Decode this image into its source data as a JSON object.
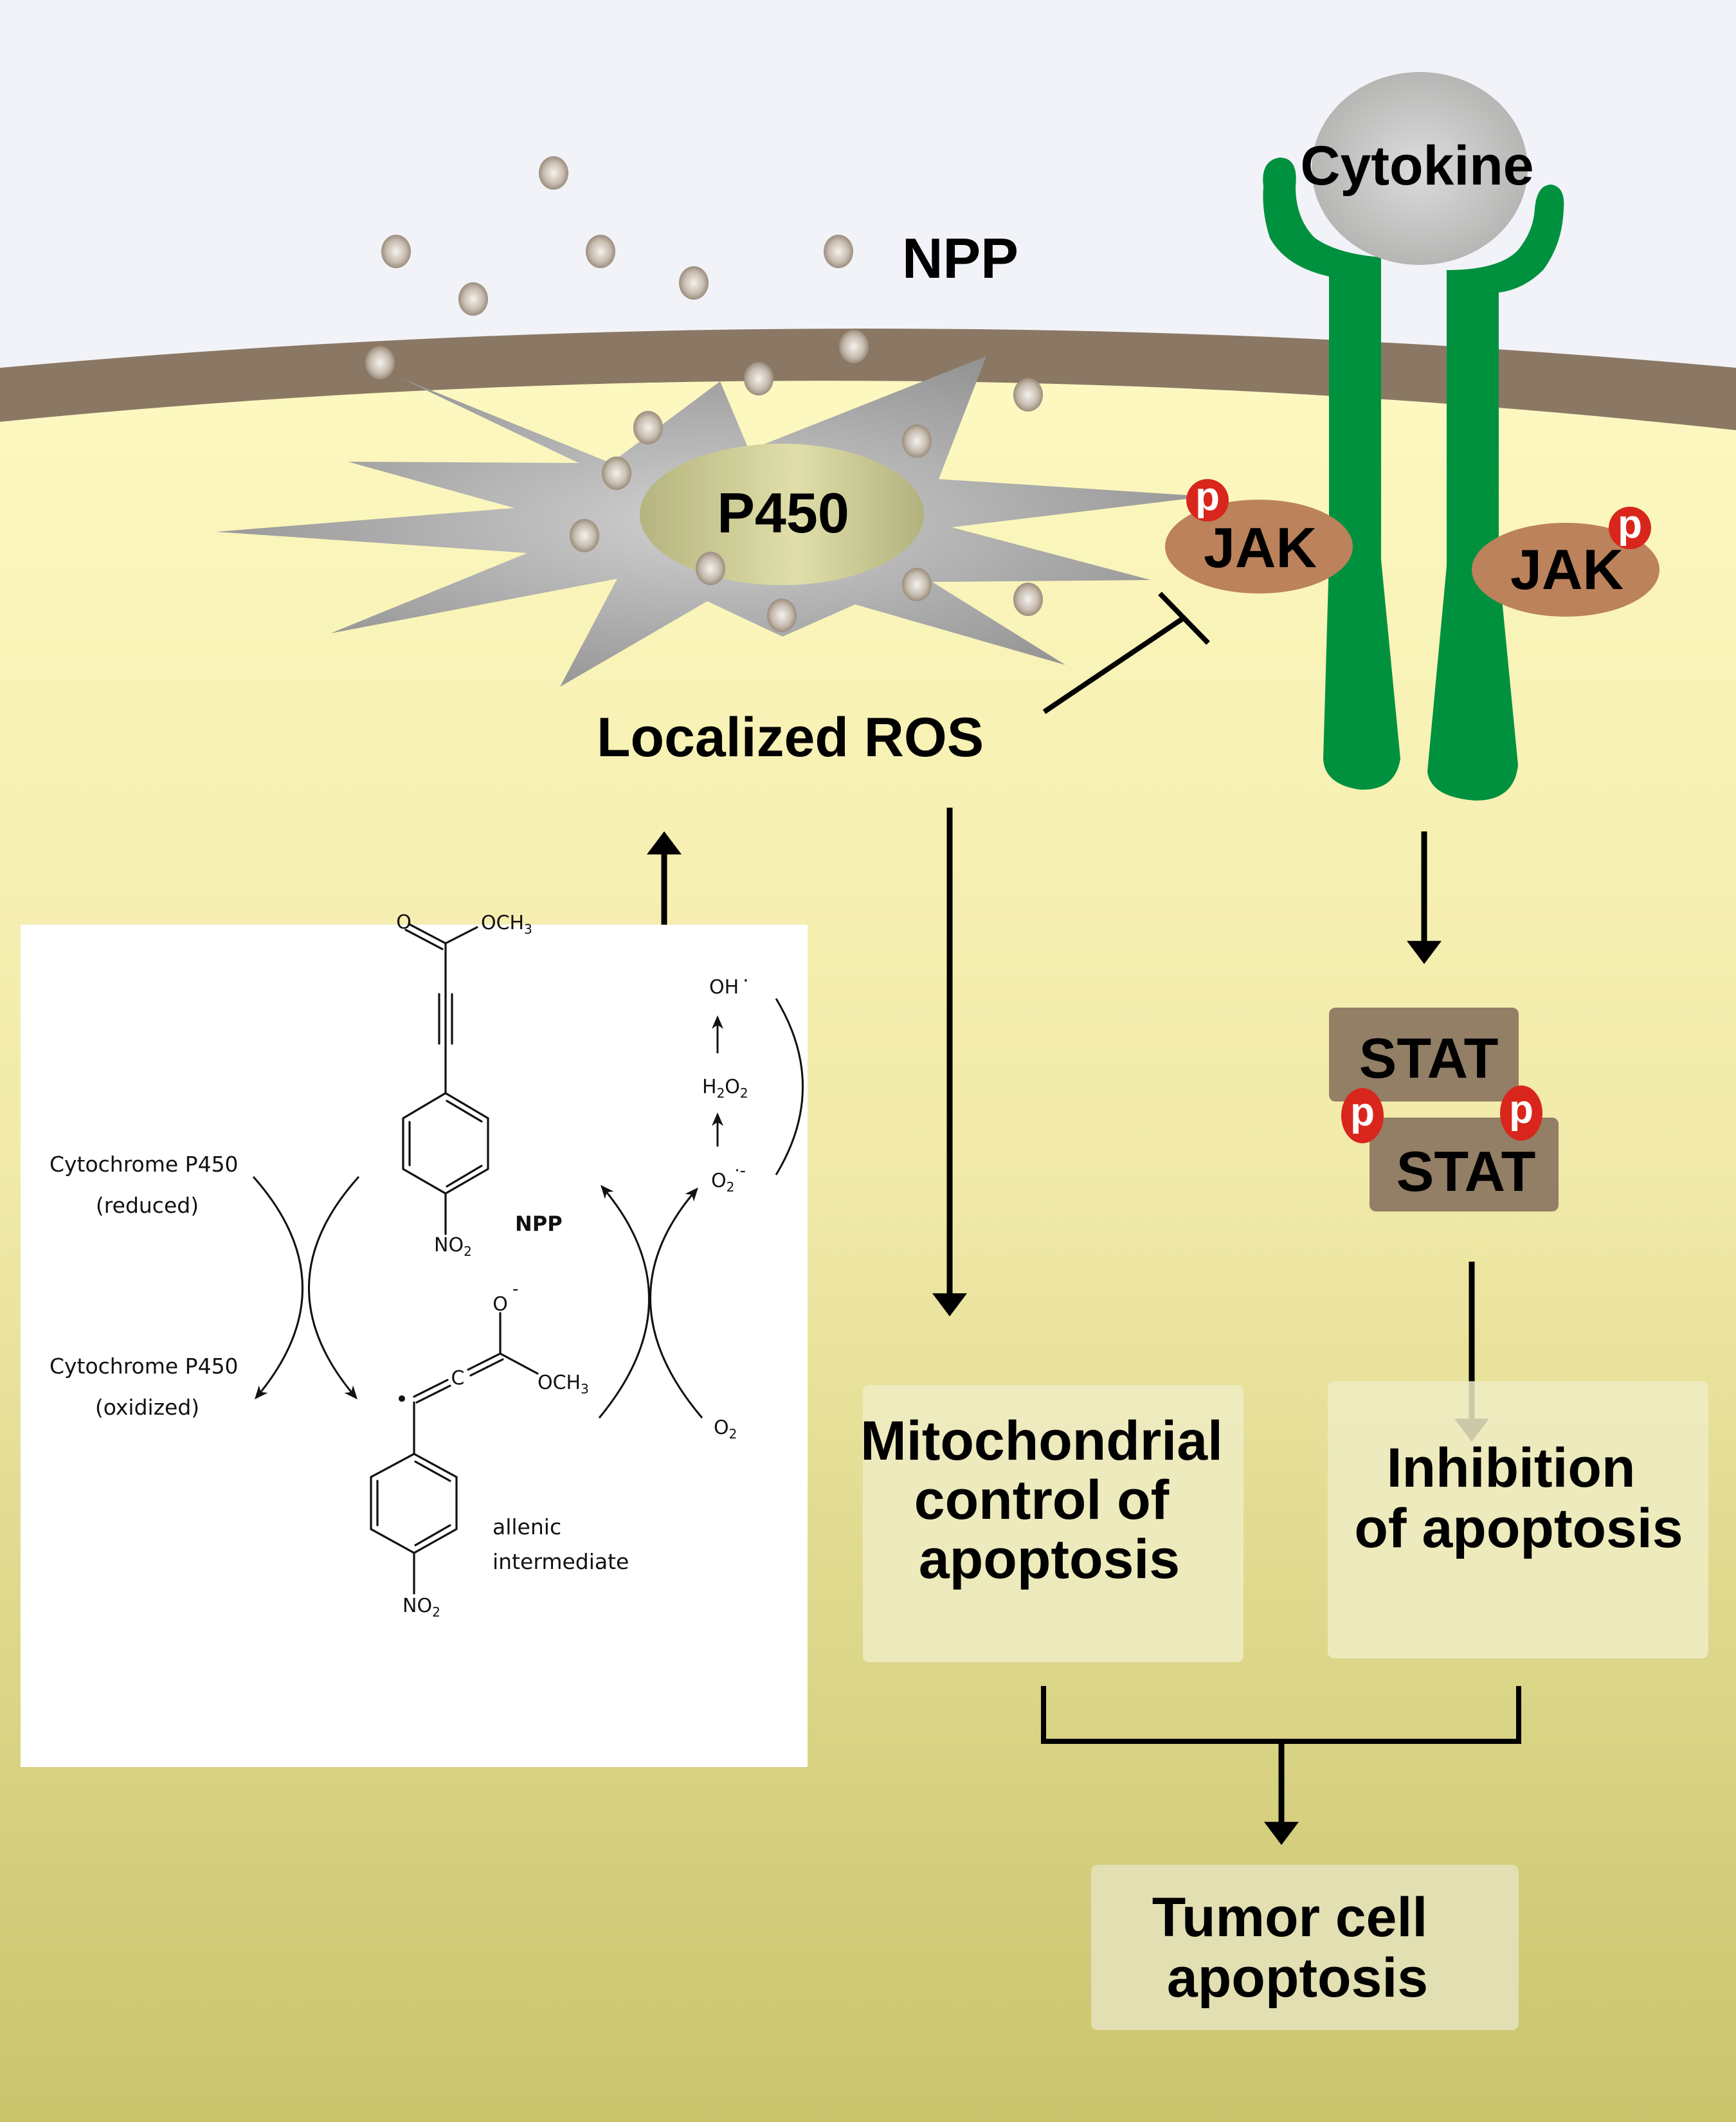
{
  "colors": {
    "extracellular": "#f2f3f8",
    "cytoplasm_top": "#fdf8c0",
    "cytoplasm_bottom": "#c9c46c",
    "membrane": "#8a7864",
    "receptor": "#00913f",
    "jak": "#bb825b",
    "stat": "#937e66",
    "phospho": "#d9261c",
    "outcome_box": "#efecc4"
  },
  "labels": {
    "npp": "NPP",
    "p450": "P450",
    "cytokine": "Cytokine",
    "jak_left": "JAK",
    "jak_right": "JAK",
    "phospho": "p",
    "stat_top": "STAT",
    "stat_bottom": "STAT",
    "localized_ros": "Localized ROS"
  },
  "outcomes": {
    "mitochondrial": [
      "Mitochondrial",
      "control of",
      "apoptosis"
    ],
    "inhibition": [
      "Inhibition",
      "of apoptosis"
    ],
    "tumor": [
      "Tumor cell",
      "apoptosis"
    ]
  },
  "mechanism": {
    "cyp_reduced": [
      "Cytochrome P450",
      "(reduced)"
    ],
    "cyp_oxidized": [
      "Cytochrome P450",
      "(oxidized)"
    ],
    "npp_label": "NPP",
    "npp_groups": {
      "carbonyl_o": "O",
      "ester": "OCH",
      "ester_sub": "3",
      "nitro": "NO",
      "nitro_sub": "2"
    },
    "allenic_label": [
      "allenic",
      "intermediate"
    ],
    "allenic_groups": {
      "oxide": "O",
      "oxide_charge": "-",
      "central_c": "C",
      "ester": "OCH",
      "ester_sub": "3",
      "nitro": "NO",
      "nitro_sub": "2"
    },
    "ros_chain": {
      "hydroxyl": "OH",
      "hydroxyl_dot": "·",
      "peroxide_h": "H",
      "peroxide_sub1": "2",
      "peroxide_o": "O",
      "peroxide_sub2": "2",
      "superoxide": "O",
      "superoxide_sub": "2",
      "superoxide_charge": "·-",
      "oxygen": "O",
      "oxygen_sub": "2"
    }
  }
}
